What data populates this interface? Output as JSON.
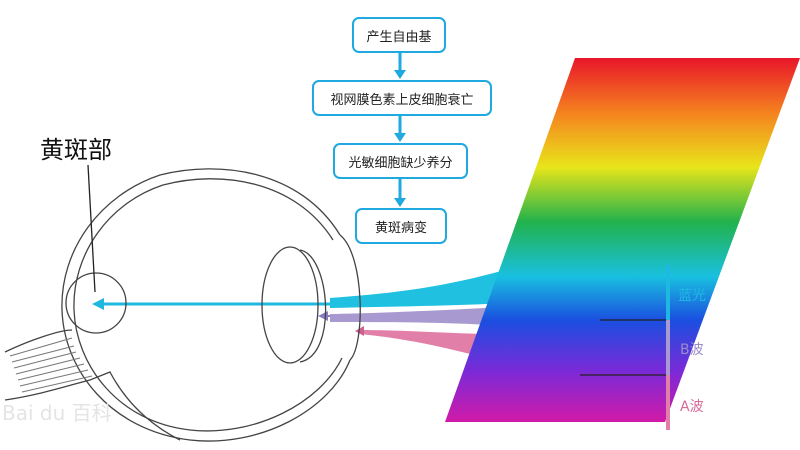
{
  "flow": [
    "产生自由基",
    "视网膜色素上皮细胞衰亡",
    "光敏细胞缺少养分",
    "黄斑病变"
  ],
  "macula_label": "黄斑部",
  "bands": [
    {
      "label": "蓝光",
      "color": "#1fb8e0"
    },
    {
      "label": "B波",
      "color": "#a89ad0"
    },
    {
      "label": "A波",
      "color": "#e27fa8"
    }
  ],
  "watermark": "Baidu 百科",
  "colors": {
    "accent": "#1fa9e0"
  }
}
